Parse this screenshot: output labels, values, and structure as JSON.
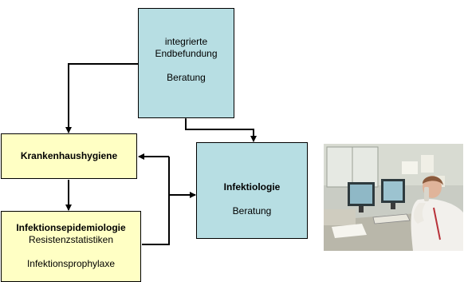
{
  "diagram": {
    "befund": {
      "line1": "integrierte",
      "line2": "Endbefundung",
      "line3": "Beratung"
    },
    "hygiene": {
      "title": "Krankenhaushygiene"
    },
    "infektiologie": {
      "title": "Infektiologie",
      "line2": "Beratung"
    },
    "epidemiologie": {
      "title": "Infektionsepidemiologie",
      "line2": "Resistenzstatistiken",
      "line3": "Infektionsprophylaxe"
    }
  },
  "photo": {
    "subject": "laboratory-workstation-photo"
  },
  "colors": {
    "teal_box": "#b7dee3",
    "yellow_box": "#ffffc4",
    "connector": "#000000"
  }
}
